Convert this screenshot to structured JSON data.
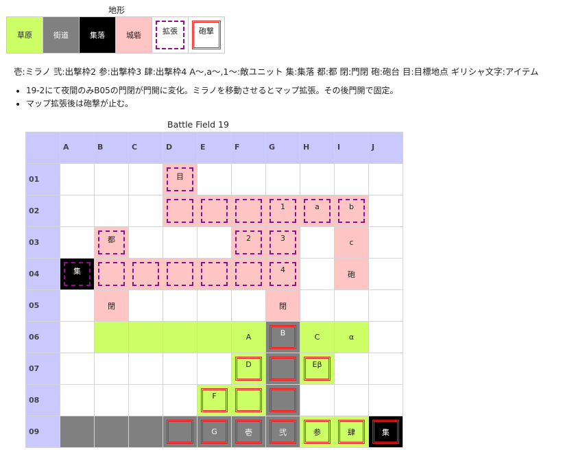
{
  "legend": {
    "title": "地形",
    "items": [
      "草原",
      "街道",
      "集落",
      "城砦",
      "拡張",
      "砲撃"
    ]
  },
  "note": "壱:ミラノ 弐:出撃枠2 参:出撃枠3 肆:出撃枠4 A〜,a〜,1〜:敵ユニット 集:集落 都:都 閉:門閉 砲:砲台 目:目標地点 ギリシャ文字:アイテム",
  "bullets": [
    "19-2にて夜間のみB05の門閉が門開に変化。ミラノを移動させるとマップ拡張。その後門開で固定。",
    "マップ拡張後は砲撃が止む。"
  ],
  "field": {
    "title": "Battle Field 19",
    "columns": [
      "A",
      "B",
      "C",
      "D",
      "E",
      "F",
      "G",
      "H",
      "I",
      "J"
    ],
    "rows": [
      "01",
      "02",
      "03",
      "04",
      "05",
      "06",
      "07",
      "08",
      "09"
    ]
  },
  "cells": {
    "r01": {
      "D": "目"
    },
    "r02": {
      "G": "1",
      "H": "a",
      "I": "b"
    },
    "r03": {
      "B": "都",
      "F": "2",
      "G": "3",
      "I": "c"
    },
    "r04": {
      "A": "集",
      "G": "4",
      "I": "砲"
    },
    "r05": {
      "B": "閉",
      "G": "閉"
    },
    "r06": {
      "F": "A",
      "G": "B",
      "H": "C",
      "I": "α"
    },
    "r07": {
      "F": "D",
      "H": "Eβ"
    },
    "r08": {
      "E": "F"
    },
    "r09": {
      "E": "G",
      "F": "壱",
      "G": "弐",
      "H": "参",
      "I": "肆",
      "J": "集"
    }
  },
  "colors": {
    "grass": "#ccff66",
    "road": "#808080",
    "village": "#000000",
    "wall": "#ffc4c4",
    "expansion_border": "#8e0f8e",
    "cannon_border": "#e02020",
    "header": "#c9c9ff"
  }
}
